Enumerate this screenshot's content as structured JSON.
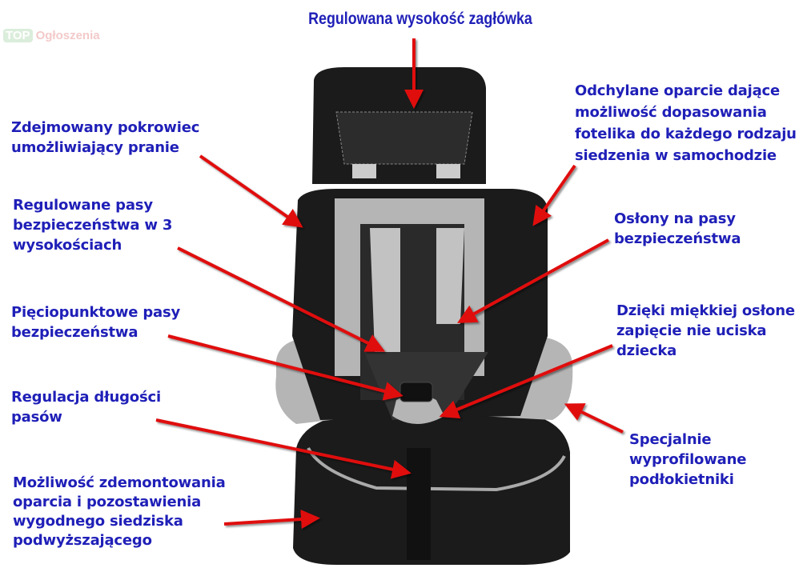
{
  "watermark": {
    "top": "TOP",
    "name": "Ogłoszenia"
  },
  "title": "Regulowana wysokość zagłówka",
  "labels": {
    "cover": [
      "Zdejmowany pokrowiec",
      "umożliwiający pranie"
    ],
    "belt_heights": [
      "Regulowane pasy",
      "bezpieczeństwa w 3",
      "wysokościach"
    ],
    "five_point": [
      "Pięciopunktowe pasy",
      "bezpieczeństwa"
    ],
    "belt_length": [
      "Regulacja długości",
      "pasów"
    ],
    "removable_back": [
      "Możliwość zdemontowania",
      "oparcia i pozostawienia",
      "wygodnego siedziska",
      "podwyższającego"
    ],
    "reclining": [
      "Odchylane oparcie dające",
      "możliwość dopasowania",
      "fotelika do każdego rodzaju",
      "siedzenia w samochodzie"
    ],
    "belt_covers": [
      "Osłony na pasy",
      "bezpieczeństwa"
    ],
    "soft_cover": [
      "Dzięki miękkiej osłone",
      "zapięcie nie uciska",
      "dziecka"
    ],
    "armrests": [
      "Specjalnie",
      "wyprofilowane",
      "podłokietniki"
    ]
  },
  "colors": {
    "text": "#1f1fb8",
    "arrow": "#e01010",
    "seat_black": "#1b1b1b",
    "seat_gray": "#b5b5b5"
  }
}
